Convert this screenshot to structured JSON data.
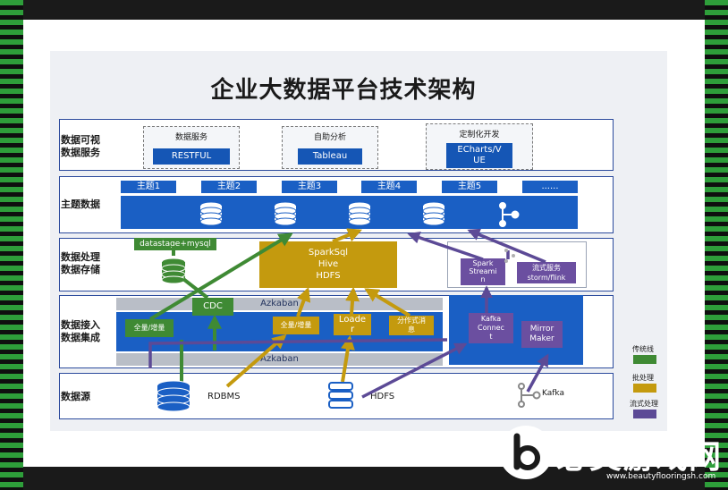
{
  "title": "企业大数据平台技术架构",
  "layers": [
    {
      "label_line1": "数据可视",
      "label_line2": "数据服务"
    },
    {
      "label_line1": "主题数据",
      "label_line2": ""
    },
    {
      "label_line1": "数据处理",
      "label_line2": "数据存储"
    },
    {
      "label_line1": "数据接入",
      "label_line2": "数据集成"
    },
    {
      "label_line1": "数据源",
      "label_line2": ""
    }
  ],
  "services": [
    {
      "caption": "数据服务",
      "button": "RESTFUL"
    },
    {
      "caption": "自助分析",
      "button": "Tableau"
    },
    {
      "caption": "定制化开发",
      "button_line1": "ECharts/V",
      "button_line2": "UE"
    }
  ],
  "topics": [
    "主题1",
    "主题2",
    "主题3",
    "主题4",
    "主题5",
    "......"
  ],
  "processing": {
    "datastage": "datastage+mysql",
    "sparksql_line1": "SparkSql",
    "sparksql_line2": "Hive",
    "sparksql_line3": "HDFS",
    "spark_stream_line1": "Spark",
    "spark_stream_line2": "Streami",
    "spark_stream_line3": "n",
    "stream_service_line1": "流式服务",
    "stream_service_line2": "storm/flink"
  },
  "integration": {
    "azkaban_top": "Azkaban",
    "azkaban_bottom": "Azkaban",
    "cdc": "CDC",
    "full_inc_green": "全量/增量",
    "full_inc_gold": "全量/增量",
    "loader_line1": "Loade",
    "loader_line2": "r",
    "dist_msg_line1": "分作式消",
    "dist_msg_line2": "息",
    "kafka_connect_line1": "Kafka",
    "kafka_connect_line2": "Connec",
    "kafka_connect_line3": "t",
    "mirror_line1": "Mirror",
    "mirror_line2": "Maker"
  },
  "sources": [
    "RDBMS",
    "HDFS",
    "Kafka"
  ],
  "legend": [
    {
      "label": "传统线",
      "color": "#3f8a34"
    },
    {
      "label": "批处理",
      "color": "#c49a0e"
    },
    {
      "label": "流式处理",
      "color": "#5c4a96"
    }
  ],
  "watermark": {
    "brand": "必美游戏网",
    "url": "www.beautyflooringsh.com"
  }
}
